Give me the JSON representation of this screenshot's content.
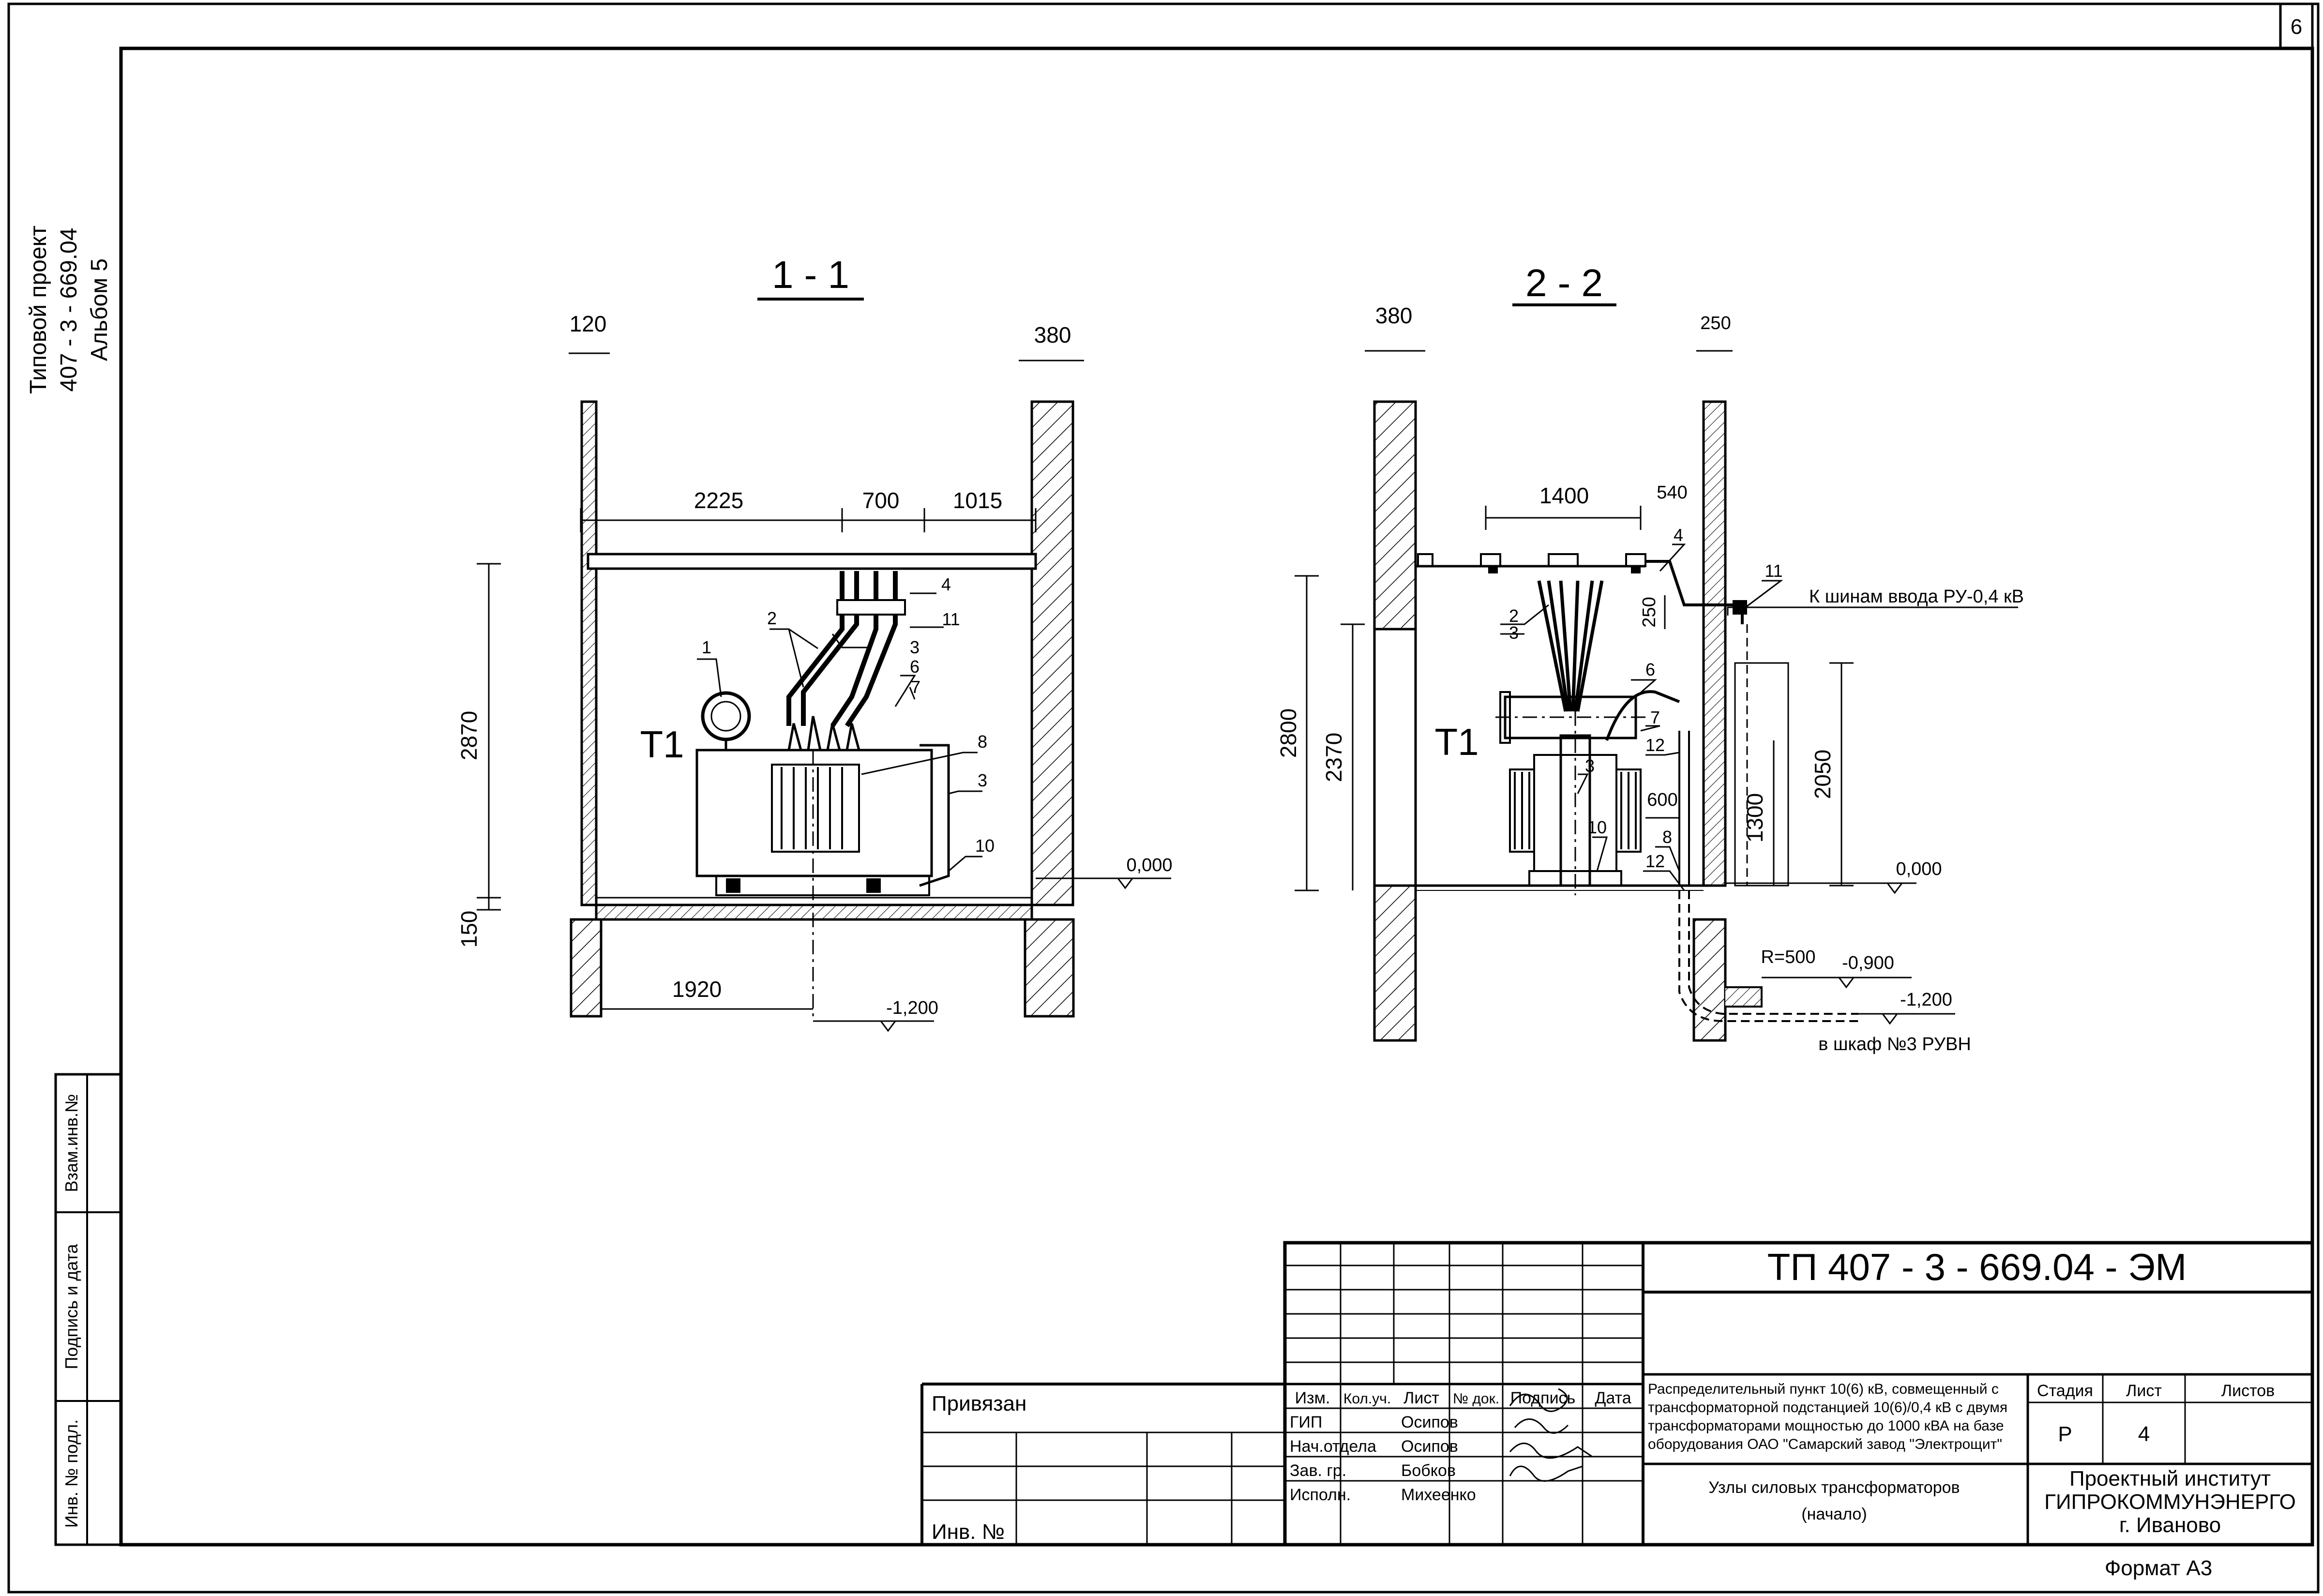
{
  "page": {
    "sheet_corner_number": "6",
    "format": "Формат А3"
  },
  "side": {
    "title_block": [
      "Типовой проект",
      "407 - 3 - 669.04",
      "Альбом 5"
    ],
    "stamp_cells": [
      "Инв. № подл.",
      "Подпись и дата",
      "Взам.инв.№"
    ]
  },
  "section_1": {
    "title": "1 - 1",
    "transformer": "Т1",
    "dims": {
      "wall_left": "120",
      "wall_right": "380",
      "span_a": "2225",
      "span_b": "700",
      "span_c": "1015",
      "height": "2870",
      "slab": "150",
      "bottom": "1920"
    },
    "levels": {
      "floor": "0,000",
      "pit": "-1,200"
    },
    "callouts": [
      "1",
      "2",
      "3",
      "4",
      "11",
      "6",
      "7",
      "8",
      "3",
      "10"
    ]
  },
  "section_2": {
    "title": "2 - 2",
    "transformer": "Т1",
    "dims": {
      "wall_left": "380",
      "wall_right": "250",
      "span_a": "1400",
      "span_b": "540",
      "height_outer": "2800",
      "height_inner": "2370",
      "box_height": "2050",
      "sub_1300": "1300",
      "small_250": "250",
      "w_600": "600",
      "radius": "R=500"
    },
    "levels": {
      "floor": "0,000",
      "trench": "-0,900",
      "pit": "-1,200"
    },
    "callouts": [
      "2",
      "3",
      "4",
      "11",
      "6",
      "7",
      "12",
      "3",
      "10",
      "8",
      "12"
    ],
    "notes": {
      "to_bus": "К шинам ввода РУ-0,4 кВ",
      "to_cabinet": "в шкаф №3 РУВН"
    }
  },
  "title_block": {
    "code": "ТП 407 - 3 - 669.04 - ЭМ",
    "bound_label": "Привязан",
    "inv_label": "Инв. №",
    "column_headers": [
      "Изм.",
      "Кол.уч.",
      "Лист",
      "№ док.",
      "Подпись",
      "Дата"
    ],
    "staff": [
      {
        "role": "ГИП",
        "name": "Осипов"
      },
      {
        "role": "Нач.отдела",
        "name": "Осипов"
      },
      {
        "role": "Зав. гр.",
        "name": "Бобков"
      },
      {
        "role": "Исполн.",
        "name": "Михеенко"
      }
    ],
    "description": [
      "Распределительный пункт 10(6) кВ, совмещенный с",
      "трансформаторной подстанцией 10(6)/0,4 кВ с двумя",
      "трансформаторами мощностью до 1000 кВА на базе",
      "оборудования ОАО \"Самарский завод \"Электрощит\""
    ],
    "sheet_title": [
      "Узлы силовых трансформаторов",
      "(начало)"
    ],
    "stage_label": "Стадия",
    "sheet_label": "Лист",
    "sheets_label": "Листов",
    "stage_value": "Р",
    "sheet_value": "4",
    "organization": [
      "Проектный институт",
      "ГИПРОКОММУНЭНЕРГО",
      "г. Иваново"
    ]
  }
}
